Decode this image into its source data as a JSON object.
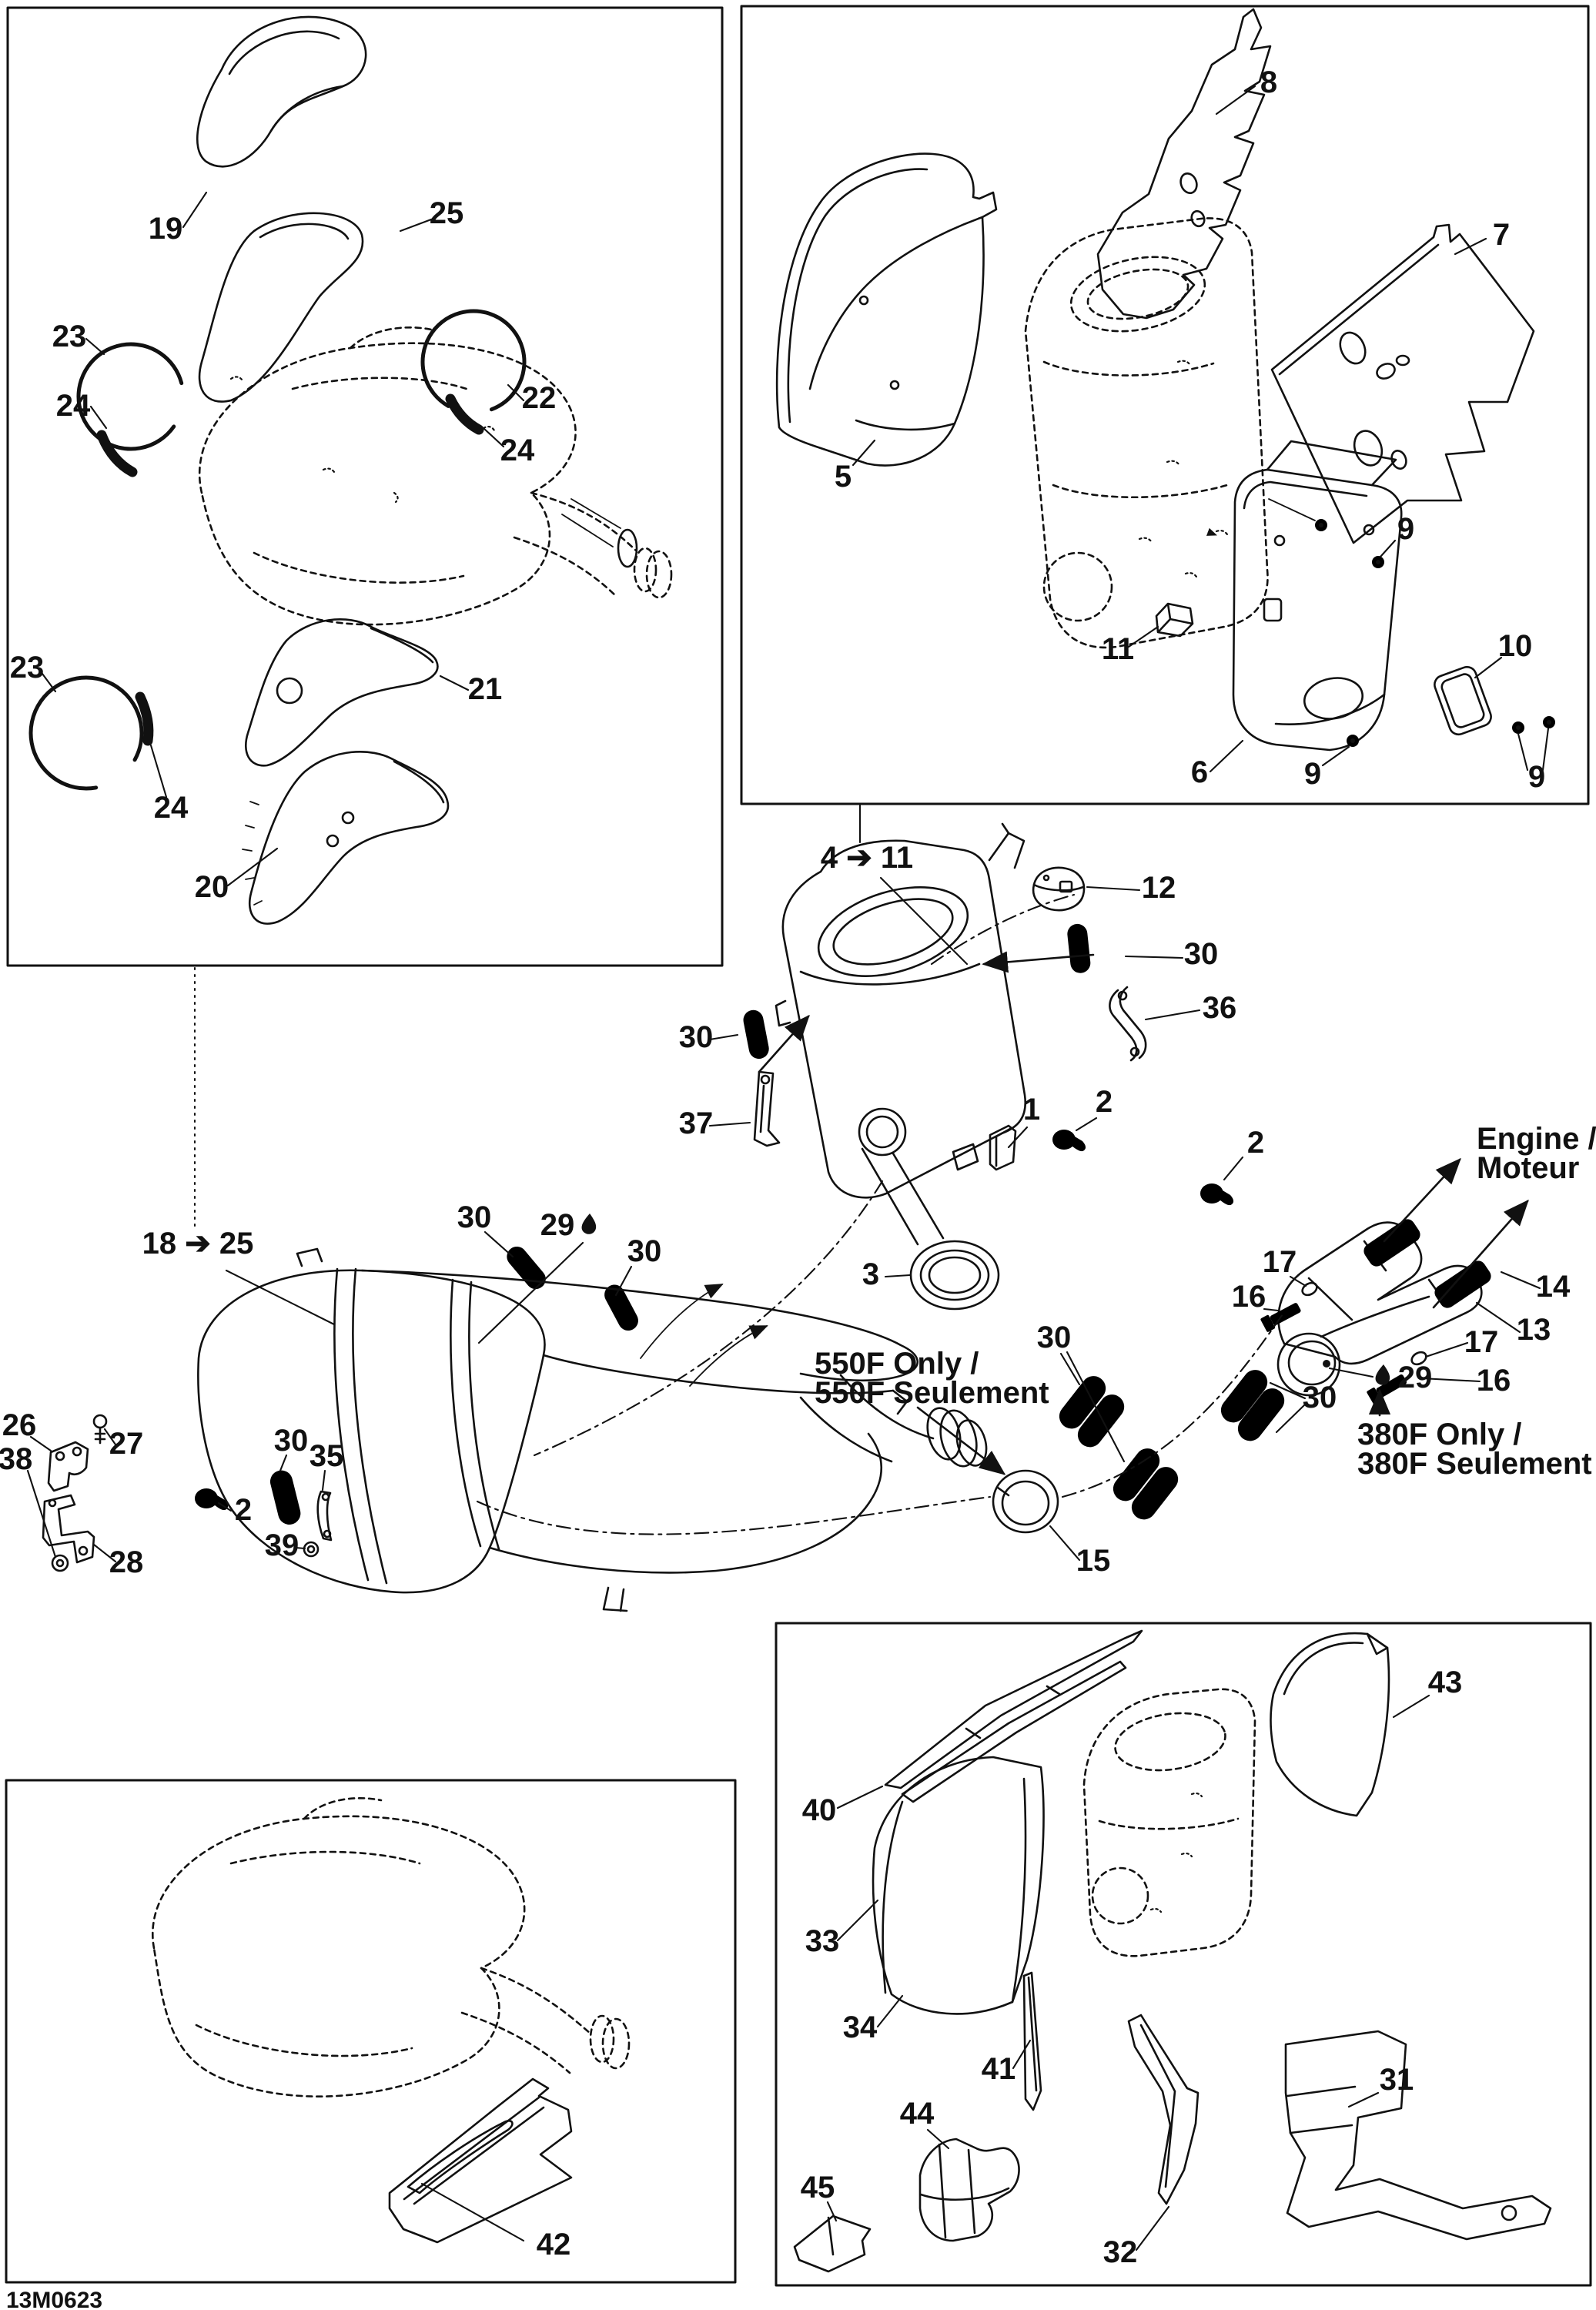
{
  "meta": {
    "drawing_code": "13M0623"
  },
  "notes": {
    "engine_1": "Engine /",
    "engine_2": "Moteur",
    "f550_1": "550F Only /",
    "f550_2": "550F Seulement",
    "f380_1": "380F Only /",
    "f380_2": "380F Seulement"
  },
  "callouts": [
    "19",
    "25",
    "23",
    "24",
    "22",
    "24",
    "23",
    "24",
    "21",
    "20",
    "8",
    "7",
    "5",
    "9",
    "11",
    "10",
    "6",
    "9",
    "9",
    "4 ➔ 11",
    "12",
    "30",
    "36",
    "30",
    "37",
    "1",
    "2",
    "3",
    "18 ➔ 25",
    "30",
    "29",
    "30",
    "2",
    "17",
    "16",
    "14",
    "13",
    "17",
    "16",
    "29",
    "30",
    "30",
    "15",
    "26",
    "38",
    "27",
    "28",
    "2",
    "30",
    "35",
    "39",
    "42",
    "40",
    "33",
    "34",
    "41",
    "44",
    "45",
    "32",
    "31",
    "43"
  ]
}
